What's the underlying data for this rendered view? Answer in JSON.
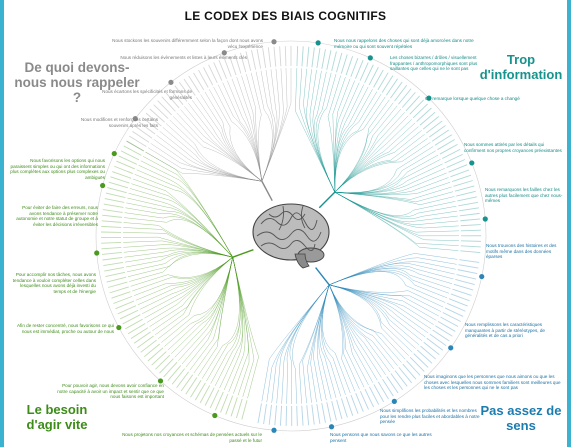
{
  "title": "LE CODEX DES BIAIS COGNITIFS",
  "quadrants": {
    "remember": {
      "label": "De quoi devons-nous nous rappeler ?",
      "color": "#8a8a8a"
    },
    "information": {
      "label": "Trop d'information",
      "color": "#16938d"
    },
    "act": {
      "label": "Le besoin d'agir vite",
      "color": "#3d8c1a"
    },
    "meaning": {
      "label": "Pas assez de sens",
      "color": "#1b7cb0"
    }
  },
  "categories": {
    "gray": [
      "Nous stockons les souvenirs différemment selon la façon dont nous avons vécu l'expérience",
      "Nous réduisons les évènements et listes à leurs éléments clés",
      "Nous écartons les spécificités et formons de généralités",
      "Nous modifions et renforçons certains souvenirs après les faits"
    ],
    "teal": [
      "Nous nous rappelons des choses qui sont déjà amorcées dans notre mémoire ou qui sont souvent répétées",
      "Les choses bizarres / drôles / visuellement frappantes / anthropomorphiques sont plus saillantes que celles qui ne le sont pas",
      "On remarque lorsque quelque chose a changé",
      "Nous sommes attirés par les détails qui confirment nos propres croyances préexistantes",
      "Nous remarquons les failles chez les autres plus facilement que chez nous-mêmes"
    ],
    "green": [
      "Nous favorisons les options qui nous paraissent simples ou qui ont des informations plus complètes aux options plus complexes ou ambiguës",
      "Pour éviter de faire des erreurs, nous avons tendance à préserver notre autonomie et notre statut de groupe et à éviter les décisions irréversibles",
      "Pour accomplir nos tâches, nous avons tendance à vouloir compléter celles dans lesquelles nous avons déjà investi du temps et de l'énergie",
      "Afin de rester concentré, nous favorisons ce qui nous est immédiat, proche ou autour de nous",
      "Pour pouvoir agir, nous devons avoir confiance en notre capacité à avoir un impact et sentir que ce que nous faisons est important",
      "Nous projetons nos croyances et schémas de pensées actuels sur le passé et le futur"
    ],
    "blue": [
      "Nous trouvons des histoires et des motifs même dans des données éparses",
      "Nous remplissons les caractéristiques manquantes à partir de stéréotypes, de généralités et de cas a priori",
      "Nous imaginons que les personnes que nous aimons ou que les choses avec lesquelles nous sommes familiers sont meilleures que les choses et les personnes qui ne le sont pas",
      "Nous simplifions les probabilités et les nombres pour les rendre plus faciles et abordables à notre pensée",
      "Nous pensons que nous savons ce que les autres pensent"
    ]
  },
  "colors": {
    "gray": "#8a8a8a",
    "teal": "#16938d",
    "green": "#4a9a1f",
    "blue": "#2a86b8",
    "frame": "#3bb2d0"
  },
  "center_image": "brain-illustration"
}
